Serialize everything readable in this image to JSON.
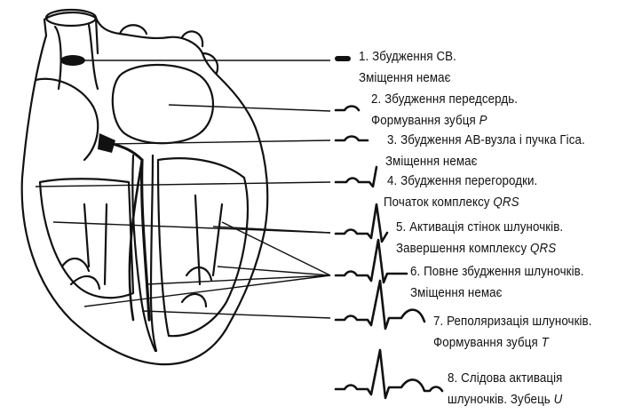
{
  "steps": [
    {
      "line1": "1. Збудження СВ.",
      "line2": "Зміщення немає",
      "line2_letter": ""
    },
    {
      "line1": "2. Збудження передсердь.",
      "line2": "Формування зубця",
      "line2_letter": "P"
    },
    {
      "line1": "3. Збудження АВ-вузла і пучка Гіса.",
      "line2": "Зміщення немає",
      "line2_letter": ""
    },
    {
      "line1": "4. Збудження перегородки.",
      "line2": "Початок комплексу",
      "line2_letter": "QRS"
    },
    {
      "line1": "5. Активація стінок шлуночків.",
      "line2": "Завершення комплексу",
      "line2_letter": "QRS"
    },
    {
      "line1": "6. Повне збудження шлуночків.",
      "line2": "Зміщення немає",
      "line2_letter": ""
    },
    {
      "line1": "7. Реполяризація шлуночків.",
      "line2": "Формування зубця",
      "line2_letter": "T"
    },
    {
      "line1": "8. Слідова активація",
      "line2": "шлуночків. Зубець",
      "line2_letter": "U"
    }
  ]
}
